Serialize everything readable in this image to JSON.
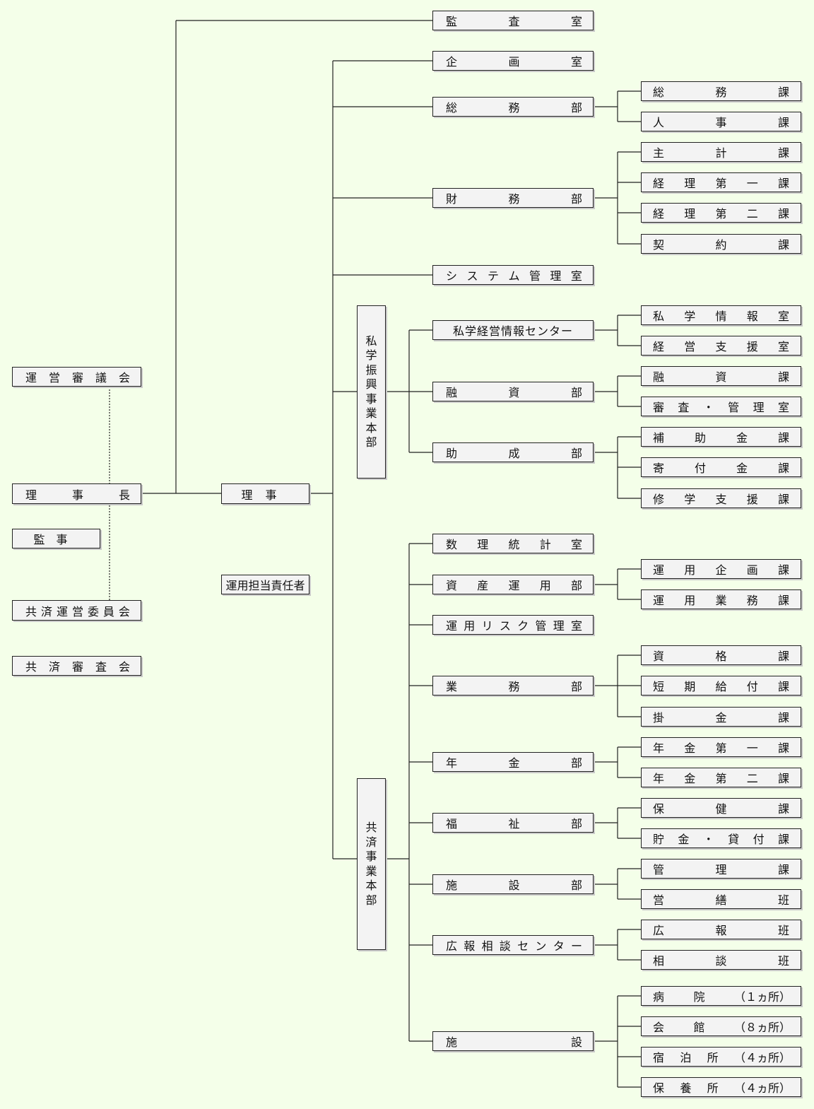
{
  "chairman": {
    "label": "理事長",
    "chars": [
      "理",
      "事",
      "長"
    ]
  },
  "council": {
    "label": "運営審議会",
    "chars": [
      "運",
      "営",
      "審",
      "議",
      "会"
    ]
  },
  "auditor": {
    "label": "監事",
    "chars": [
      "監",
      "事"
    ]
  },
  "mutual_committee": {
    "label": "共済運営委員会",
    "chars": [
      "共",
      "済",
      "運",
      "営",
      "委",
      "員",
      "会"
    ]
  },
  "mutual_review": {
    "label": "共済審査会",
    "chars": [
      "共",
      "済",
      "審",
      "査",
      "会"
    ]
  },
  "director": {
    "label": "理事",
    "chars": [
      "理",
      "事"
    ]
  },
  "investment_officer": {
    "label": "運用担当責任者"
  },
  "audit_office": {
    "label": "監査室",
    "chars": [
      "監",
      "査",
      "室"
    ]
  },
  "top_units": [
    {
      "id": "kikaku",
      "label": "企画室",
      "chars": [
        "企",
        "画",
        "室"
      ],
      "children": []
    },
    {
      "id": "somu",
      "label": "総務部",
      "chars": [
        "総",
        "務",
        "部"
      ],
      "children": [
        {
          "label": "総務課",
          "chars": [
            "総",
            "務",
            "課"
          ]
        },
        {
          "label": "人事課",
          "chars": [
            "人",
            "事",
            "課"
          ]
        }
      ]
    },
    {
      "id": "zaimu",
      "label": "財務部",
      "chars": [
        "財",
        "務",
        "部"
      ],
      "children": [
        {
          "label": "主計課",
          "chars": [
            "主",
            "計",
            "課"
          ]
        },
        {
          "label": "経理第一課",
          "chars": [
            "経",
            "理",
            "第",
            "一",
            "課"
          ]
        },
        {
          "label": "経理第二課",
          "chars": [
            "経",
            "理",
            "第",
            "二",
            "課"
          ]
        },
        {
          "label": "契約課",
          "chars": [
            "契",
            "約",
            "課"
          ]
        }
      ]
    },
    {
      "id": "system",
      "label": "システム管理室",
      "chars": [
        "シ",
        "ス",
        "テ",
        "ム",
        "管",
        "理",
        "室"
      ],
      "children": []
    }
  ],
  "shigaku_hq": {
    "label": "私学振興事業本部",
    "chars": [
      "私",
      "学",
      "振",
      "興",
      "事",
      "業",
      "本",
      "部"
    ],
    "units": [
      {
        "label": "私学経営情報センター",
        "compact": true,
        "children": [
          {
            "label": "私学情報室",
            "chars": [
              "私",
              "学",
              "情",
              "報",
              "室"
            ]
          },
          {
            "label": "経営支援室",
            "chars": [
              "経",
              "営",
              "支",
              "援",
              "室"
            ]
          }
        ]
      },
      {
        "label": "融資部",
        "chars": [
          "融",
          "資",
          "部"
        ],
        "children": [
          {
            "label": "融資課",
            "chars": [
              "融",
              "資",
              "課"
            ]
          },
          {
            "label": "審査・管理室",
            "chars": [
              "審",
              "査",
              "・",
              "管",
              "理",
              "室"
            ]
          }
        ]
      },
      {
        "label": "助成部",
        "chars": [
          "助",
          "成",
          "部"
        ],
        "children": [
          {
            "label": "補助金課",
            "chars": [
              "補",
              "助",
              "金",
              "課"
            ]
          },
          {
            "label": "寄付金課",
            "chars": [
              "寄",
              "付",
              "金",
              "課"
            ]
          },
          {
            "label": "修学支援課",
            "chars": [
              "修",
              "学",
              "支",
              "援",
              "課"
            ]
          }
        ]
      }
    ]
  },
  "kyosai_hq": {
    "label": "共済事業本部",
    "chars": [
      "共",
      "済",
      "事",
      "業",
      "本",
      "部"
    ],
    "units": [
      {
        "label": "数理統計室",
        "chars": [
          "数",
          "理",
          "統",
          "計",
          "室"
        ],
        "children": []
      },
      {
        "label": "資産運用部",
        "chars": [
          "資",
          "産",
          "運",
          "用",
          "部"
        ],
        "children": [
          {
            "label": "運用企画課",
            "chars": [
              "運",
              "用",
              "企",
              "画",
              "課"
            ]
          },
          {
            "label": "運用業務課",
            "chars": [
              "運",
              "用",
              "業",
              "務",
              "課"
            ]
          }
        ]
      },
      {
        "label": "運用リスク管理室",
        "chars": [
          "運",
          "用",
          "リ",
          "ス",
          "ク",
          "管",
          "理",
          "室"
        ],
        "children": []
      },
      {
        "label": "業務部",
        "chars": [
          "業",
          "務",
          "部"
        ],
        "children": [
          {
            "label": "資格課",
            "chars": [
              "資",
              "格",
              "課"
            ]
          },
          {
            "label": "短期給付課",
            "chars": [
              "短",
              "期",
              "給",
              "付",
              "課"
            ]
          },
          {
            "label": "掛金課",
            "chars": [
              "掛",
              "金",
              "課"
            ]
          }
        ]
      },
      {
        "label": "年金部",
        "chars": [
          "年",
          "金",
          "部"
        ],
        "children": [
          {
            "label": "年金第一課",
            "chars": [
              "年",
              "金",
              "第",
              "一",
              "課"
            ]
          },
          {
            "label": "年金第二課",
            "chars": [
              "年",
              "金",
              "第",
              "二",
              "課"
            ]
          }
        ]
      },
      {
        "label": "福祉部",
        "chars": [
          "福",
          "祉",
          "部"
        ],
        "children": [
          {
            "label": "保健課",
            "chars": [
              "保",
              "健",
              "課"
            ]
          },
          {
            "label": "貯金・貸付課",
            "chars": [
              "貯",
              "金",
              "・",
              "貸",
              "付",
              "課"
            ]
          }
        ]
      },
      {
        "label": "施設部",
        "chars": [
          "施",
          "設",
          "部"
        ],
        "children": [
          {
            "label": "管理課",
            "chars": [
              "管",
              "理",
              "課"
            ]
          },
          {
            "label": "営繕班",
            "chars": [
              "営",
              "繕",
              "班"
            ]
          }
        ]
      },
      {
        "label": "広報相談センター",
        "chars": [
          "広",
          "報",
          "相",
          "談",
          "セ",
          "ン",
          "タ",
          "ー"
        ],
        "children": [
          {
            "label": "広報班",
            "chars": [
              "広",
              "報",
              "班"
            ]
          },
          {
            "label": "相談班",
            "chars": [
              "相",
              "談",
              "班"
            ]
          }
        ]
      },
      {
        "label": "施設",
        "chars": [
          "施",
          "設"
        ],
        "children": [
          {
            "label": "病院（1ヵ所）",
            "chars": [
              "病",
              "院",
              "（１ヵ所）"
            ]
          },
          {
            "label": "会館（8ヵ所）",
            "chars": [
              "会",
              "館",
              "（８ヵ所）"
            ]
          },
          {
            "label": "宿泊所（4ヵ所）",
            "chars": [
              "宿",
              "泊",
              "所",
              "（４ヵ所）"
            ]
          },
          {
            "label": "保養所（4ヵ所）",
            "chars": [
              "保",
              "養",
              "所",
              "（４ヵ所）"
            ]
          }
        ]
      }
    ]
  }
}
